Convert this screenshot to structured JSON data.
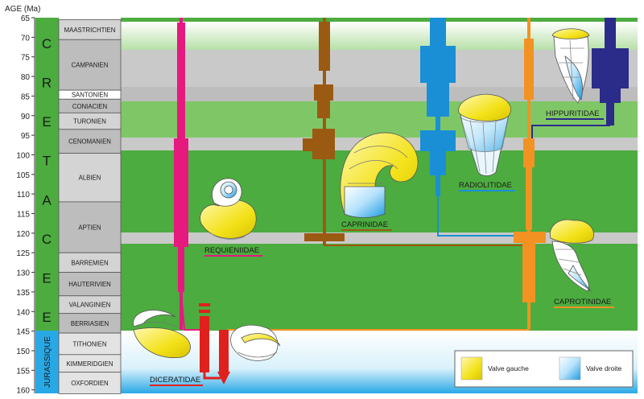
{
  "axis": {
    "title": "AGE (Ma)",
    "ticks": [
      "65",
      "70",
      "75",
      "80",
      "85",
      "90",
      "95",
      "100",
      "105",
      "110",
      "115",
      "120",
      "125",
      "130",
      "135",
      "140",
      "145",
      "150",
      "155",
      "160"
    ]
  },
  "eras": {
    "cretaceous": [
      "C",
      "R",
      "E",
      "T",
      "A",
      "C",
      "E",
      "E"
    ],
    "jurassic": "JURASSIQUE"
  },
  "stages": [
    {
      "name": "MAASTRICHTIEN",
      "from": 65.5,
      "to": 70.6
    },
    {
      "name": "CAMPANIEN",
      "from": 70.6,
      "to": 83.5
    },
    {
      "name": "SANTONIEN",
      "from": 83.5,
      "to": 85.8
    },
    {
      "name": "CONIACIEN",
      "from": 85.8,
      "to": 89.3
    },
    {
      "name": "TURONIEN",
      "from": 89.3,
      "to": 93.5
    },
    {
      "name": "CENOMANIEN",
      "from": 93.5,
      "to": 99.6
    },
    {
      "name": "ALBIEN",
      "from": 99.6,
      "to": 112
    },
    {
      "name": "APTIEN",
      "from": 112,
      "to": 125
    },
    {
      "name": "BARREMIEN",
      "from": 125,
      "to": 130
    },
    {
      "name": "HAUTERIVIEN",
      "from": 130,
      "to": 136
    },
    {
      "name": "VALANGINIEN",
      "from": 136,
      "to": 140.5
    },
    {
      "name": "BERRIASIEN",
      "from": 140.5,
      "to": 145.5
    },
    {
      "name": "TITHONIEN",
      "from": 145.5,
      "to": 151
    },
    {
      "name": "KIMMERIDGIEN",
      "from": 151,
      "to": 155.5
    },
    {
      "name": "OXFORDIEN",
      "from": 155.5,
      "to": 161
    }
  ],
  "families": {
    "requieniidae": "REQUIENIIDAE",
    "caprinidae": "CAPRINIDAE",
    "radiolitidae": "RADIOLITIDAE",
    "hippuritidae": "HIPPURITIDAE",
    "caprotinidae": "CAPROTINIDAE",
    "diceratidae": "DICERATIDAE"
  },
  "legend": {
    "left_valve": "Valve gauche",
    "right_valve": "Valve droite"
  },
  "colors": {
    "requieniidae": "#e6197e",
    "caprinidae": "#9b5a12",
    "radiolitidae": "#1a8fd6",
    "hippuritidae": "#2b2b8a",
    "caprotinidae": "#f29222",
    "diceratidae": "#e0201c",
    "cretaceous_green": "#4cac3f",
    "jurassic_blue": "#29a8e6"
  }
}
